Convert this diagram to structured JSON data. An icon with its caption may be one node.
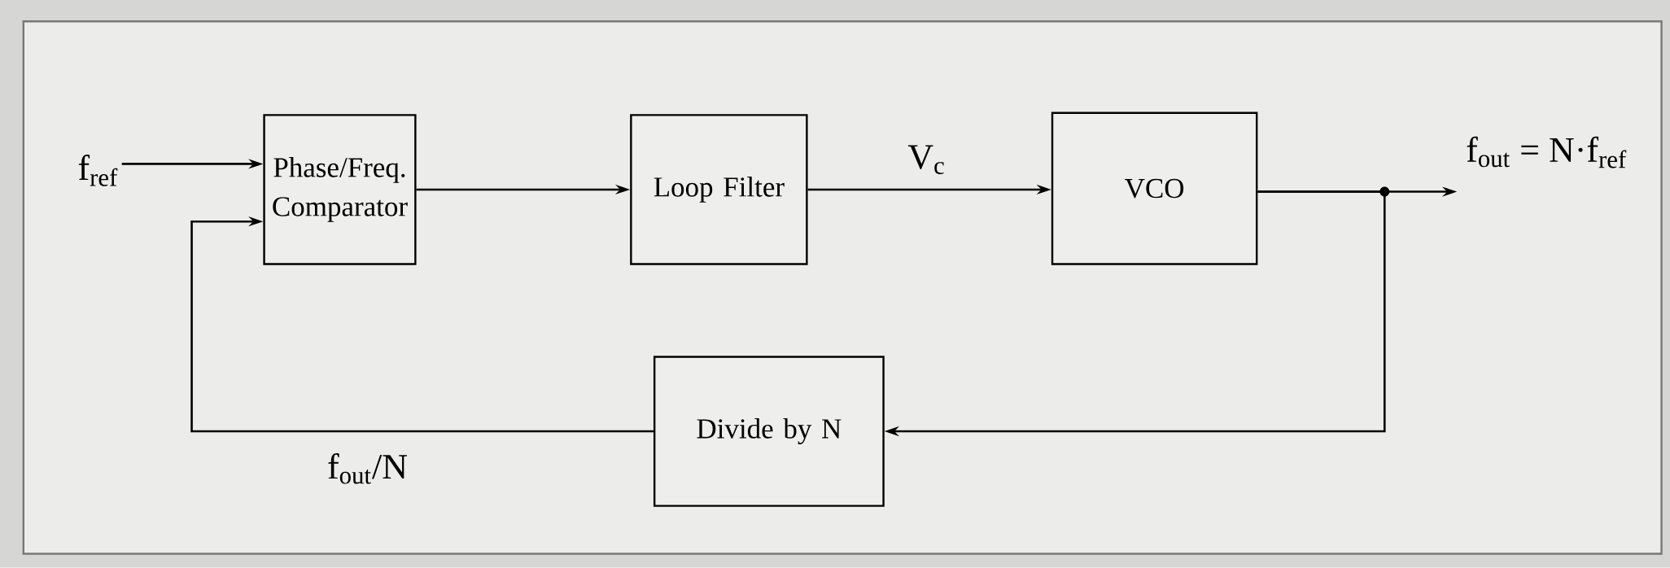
{
  "diagram": {
    "nodes": [
      {
        "text": [
          "f$_{ref}$"
        ]
      },
      {
        "text": [
          "Phase/Freq. Comparator"
        ]
      },
      {
        "text": [
          "Loop Filter"
        ]
      },
      {
        "text": [
          "VCO"
        ]
      },
      {
        "text": [
          "Divide by N"
        ]
      }
    ],
    "edges": [
      {
        "from": 0,
        "to": 1,
        "arrow": "to"
      },
      {
        "from": 1,
        "to": 2,
        "arrow": "to"
      },
      {
        "from": 2,
        "to": 3,
        "arrow": "to",
        "label": "V$_{c}$"
      },
      {
        "from": 3,
        "to": null,
        "arrow": "to",
        "label": "f$_{out}$ = N·f$_{ref}$"
      },
      {
        "from": 3,
        "to": 4,
        "arrow": "to"
      },
      {
        "from": 4,
        "to": 1,
        "arrow": "to",
        "label": "f$_{out}$/N"
      }
    ]
  }
}
